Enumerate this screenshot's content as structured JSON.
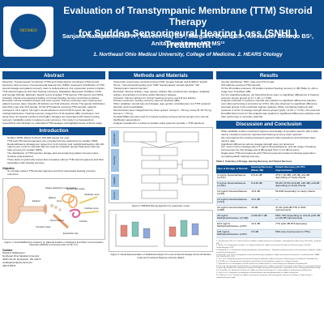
{
  "header": {
    "title_line1": "Evaluation of Transtympanic Membrane (TTM) Steroid Therapy",
    "title_line2": "for Sudden Sensorineural Hearing Loss (SNHL) Treatment",
    "authors_line1": "Sanjana Nallapaneni MPH¹, Naveen Raj BS¹, Margaret Byars BS¹, Alexander Belardo BS¹,",
    "authors_line2": "Anita Jeyakumar MD MS¹²",
    "affiliation": "1. Northeast Ohio Medical University, College of Medicine. 2. HEARS Otology",
    "logo_text": "NEOMED"
  },
  "abstract": {
    "heading": "Abstract",
    "text": "Objective: Transtympanic membrane (TTM) and intratympanic membrane (ITM) steroid injections help recovery of sensorineural hearing loss (SNHL) treatment. Distribution of TTM steroid dosage and patient recovery rates is underexplored. Our systematic review compiles TTM steroid regimens and their hearing outcomes. Databases Reviewed: PubMed, OVID, and Google Scholar. Methods: Search terms included: TTM steroid, ITM steroid, and SNHL. Inclusion criteria encompassed studies on human hearing recovery and full-text articles. Exclusion criteria included reviews and case reports. Primary outcomes were hearing and patient recovery rates. Results: 28 articles met final inclusion criteria. The gender distribution was 51% male and 47% female. Of the 976 patients receiving TTM steroids, patients received 4, 24.0 mg/ml, 16 mg/ml, dexamethasone and 0.5-62.5 mg/ml, 40 mg/ml, methylprednisolone. Hearing recovery ranged from 6-41 decibels (dB). Conclusion: Our study does not support evidence that higher dosages are associated with better hearing recovery. Variability exists in regimens and outcomes. Our study is a framework for researchers and clinicians to understand TTM dosages and highlight areas of future study."
  },
  "introduction": {
    "heading": "Introduction",
    "bullets": [
      "Sudden SNHL affects 5-20 per 100,000 people per year",
      "TTM and ITM steroid injections are currently first line treatments for sudden SNHL",
      "Dexamethasone (dosage per range from 4-24 mg/mL) and methylprednisolone (40-120 mg/mL) are common steroids that are used for tympanic steroid treatments that can help recovery for sudden SNHL",
      "The distribution of TTM injection dosage and accompanying patient recovery rates remains underexplored",
      "There lacks a systematic review that compares various TTM steroid regimens and their association with hearing recovery"
    ],
    "objective_heading": "Objective",
    "objective": "To compile various TTM steroid regimens and their associated hearing recovery outcomes"
  },
  "figure1": {
    "labels": [
      "Stapes (attached to oval window)",
      "Semicircular canals",
      "Vestibular nerve",
      "Cochlear nerve",
      "Cochlea",
      "Round window",
      "Eustachian tube",
      "Tympanic cavity",
      "Eardrum",
      "Malleus",
      "Incus"
    ],
    "caption": "Figure 1: Outer/Middle/Inner Anatomy by National Institute on Deafness and Other Communication Disorders (NIDCD) is licensed under CC BY 2.0."
  },
  "contact": {
    "heading": "Contact",
    "lines": [
      "Sanjana Nallapaneni",
      "Northeast Ohio Medical University",
      "4209 OH-44, Rootstown, OH 44272",
      "snallapaneni@neomed.edu",
      "3307178371"
    ]
  },
  "methods": {
    "heading": "Methods and Materials",
    "bullets": [
      "Systematic review was conducted using OVID, Google Scholar and PubMed. Search Terms: \"sensorineural hearing loss\" AND \"transtympanic steroid injection\" OR \"intratympanic steroid injection\"",
      "Exclusion: Review articles, case reports, articles that combined two dosages, duplicate articles, and articles on tinnitus and/or Meniere's disease",
      "Inclusion: Full-text articles for human hearing recovery and full text articles",
      "Primary outcomes: hearing recovery rates (in decibels (dB))",
      "Other variables: steroid type and dosage, age, gender, simultaneous non-TTM systemic steroids, and comorbidities",
      "Steroid doses were categorized into three groups: Group A: <40 mg, Group B: 40-79 mg, Group C: >79 mg",
      "Kruskal-Wallis test was used to compare hearing recovery across groups (non-normal distribution assumption)",
      "Analysis repeated for a subset of studies using systemic steroids + TTM injections"
    ],
    "prisma": {
      "sections": [
        "Identification",
        "Screening",
        "Eligibility",
        "Included"
      ],
      "caption": "Figure 2: PRISMA filtering algorithm for systematic review"
    },
    "fig3_caption": "Figure 3: Visual Representation of Statistical Analysis for Level of Steroid Dosage Across All Studies (Left) and Combined Regimen Intensity (Right)"
  },
  "results": {
    "heading": "Results",
    "bullets": [
      "Gender distribution: 53%, male and 47% female",
      "976 patients received TTM steroids",
      "Of the 28 studies reviewed, 15 studies reported hearing recovery in dB (Table 1), with a range from 6 decibels (dB)",
      "For the statistical analysis, we found that there were no significant differences in hearing recovery across groups (p´0 = 1.46, p = 0.56)",
      "Analysis restricted to systemic steroids also yielded no significant differences pairwise even after performing a correction (p>0.51). We also observed no significant difference amongst groups in the restricted regimen analysis. When comparing regimens with systemic in terms of dosage strength across groups (χ²(2) = 6.26, p = 0.07). Our post-hoc Dunn/Bonferroni test for this analysis was yielded no significant differences pairwise even after performing a correction (p≥0.04)"
    ]
  },
  "discussion": {
    "heading": "Discussion and Conclusion",
    "bullets": [
      "Wide variability exists in treatment regimen and dosage of tympanic steroid, with a wide variety of patient outcomes reported and hearing recovery rates reported",
      "We summarized the existing treatment regimens that researchers and clinicians have used to date",
      "Significant differences across dosage strength were not observed",
      "Our most common dosage was 4-5 mg/mL dexamethasone, and the range of hearing improvement for this dosage was 8 dB ranged from 17-41 dB recovery",
      "Single-dose TTM and regimens with ITM and systemic treatment showed equal when comparing within hearing recovery"
    ]
  },
  "table1": {
    "title": "Table 1: Summary of Dosage, Hearing Recovery, and Patient Recovery",
    "headers": [
      "Type & Dosage of Steroid",
      "Hearing Recovery (Mean dB)",
      "Patient Recovery (% PTA improvement)"
    ],
    "rows": [
      [
        "4 mg/mL Dexamethasone (n=147)",
        "8.5-41 dB",
        "37% (>30 dB), ≥15 dB, ≥10 dB depending on study criteria"
      ],
      [
        "5 mg/mL Dexamethasone (n=101)",
        "6.9-30 dB",
        "56.4%-79.5% (≥10 dB, ≥20 dB), ≥10 dB depending on study criteria"
      ],
      [
        "10 mg/mL Dexamethasone (n=25)",
        "10.9 dB",
        "54-94% depending on study criteria"
      ],
      [
        "12 mg/mL Dexamethasone (n=41)",
        "12.2 dB",
        "—"
      ],
      [
        "24 mg/mL Dexamethasone (n=88)",
        "15 dB",
        "37.2% (≥20 dB PTA or 50% improvement)"
      ],
      [
        "40 mg/mL Methylprednisolone (n=146)",
        "14.69-20.7 dB",
        "56%-74% depending on criteria (≥15 dB or ≥16 dB improvement)"
      ],
      [
        "62.5 mg/mL Methylprednisolone (n=87)",
        "10.4 dB",
        "77% (≥10 dB PTA decrease)"
      ],
      [
        "125 mg/mL Methylprednisolone (n=87)",
        "6.5 dB",
        "66% (any improvement in PTA)"
      ]
    ]
  },
  "references": {
    "lines": [
      "1. Chandrasekhar SS, et al. Clinical Practice Guideline: Sudden Hearing Loss (Update). Otolaryngol Head Neck Surg. 2019;161(1_suppl):S1-S45.",
      "2. Ng JH, et al. Intratympanic steroids as a salvage treatment for sudden sensorineural hearing loss? A meta-analysis. Eur Arch Otorhinolaryngol. 2015.",
      "3. Battaglia A, et al. Combination therapy (intratympanic dexamethasone + high-dose prednisone taper) for the treatment of idiopathic sudden sensorineural hearing loss.",
      "4. Rauch SD, et al. Oral vs intratympanic corticosteroid therapy for idiopathic sudden sensorineural hearing loss: a randomized trial. JAMA. 2011;305(20):2071-2079.",
      "5. Lai D, et al. Intratympanic glucocorticosteroid therapy for idiopathic sudden hearing loss: Meta-analysis of randomized controlled trials.",
      "6. Park MK, et al. Comparison of intratympanic steroid injection and hyperbaric oxygen as a salvage treatment.",
      "7. Garavello W, et al. Intratympanic steroid treatment for sudden deafness: a meta-analysis of randomized controlled trials.",
      "8. Li H, et al. Intratympanic steroid therapy as a salvage treatment for sudden sensorineural hearing loss after failure of conventional therapy.",
      "9. Spear SA, Schwartz SR. Intratympanic steroids for sudden sensorineural hearing loss: a systematic review. Otolaryngol Head Neck Surg.",
      "10. Crane RA, et al. Steroids for treatment of sudden sensorineural hearing loss: a meta-analysis of randomized controlled trials.",
      "11. Han X, et al. Comparison of intratympanic dexamethasone and methylprednisolone in sudden hearing loss.",
      "12. Dispenza F, et al. Treatment of sudden sensorineural hearing loss with transtympanic injection of steroids as single therapy: a randomized clinical study."
    ]
  }
}
